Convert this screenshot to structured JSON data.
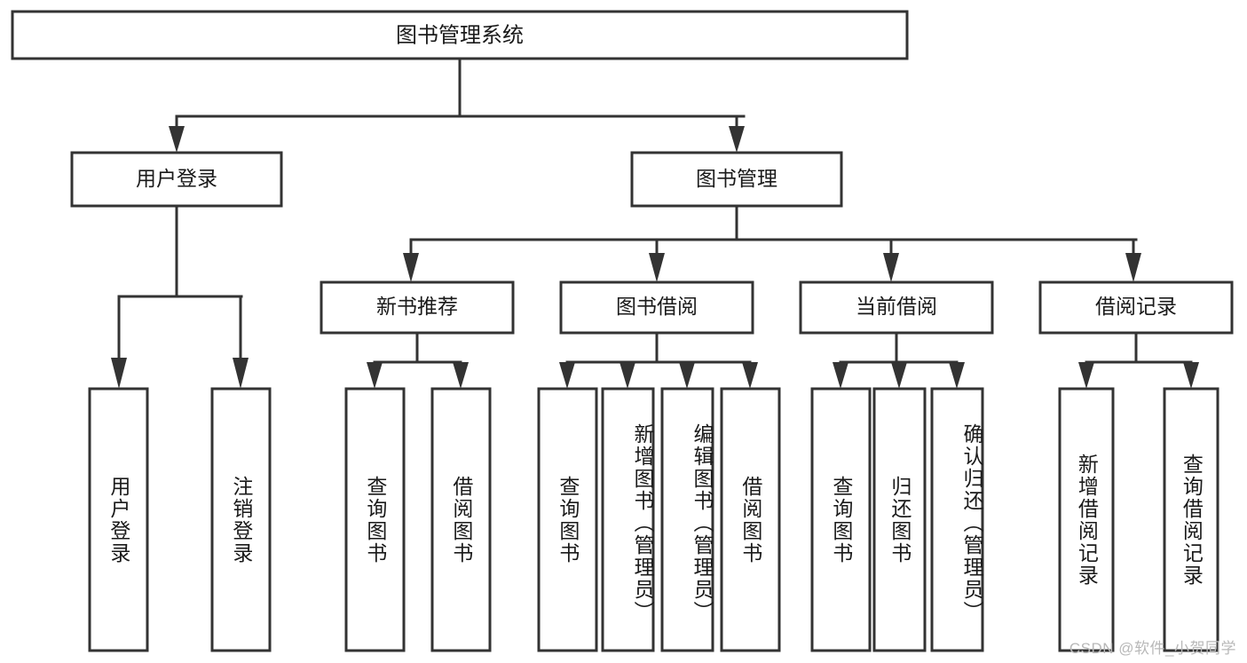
{
  "diagram": {
    "type": "tree",
    "title_node": {
      "label": "图书管理系统"
    },
    "level2": [
      {
        "id": "user-login",
        "label": "用户登录"
      },
      {
        "id": "book-manage",
        "label": "图书管理"
      }
    ],
    "level3": [
      {
        "id": "new-book-recommend",
        "label": "新书推荐",
        "parent": "book-manage"
      },
      {
        "id": "book-borrow",
        "label": "图书借阅",
        "parent": "book-manage"
      },
      {
        "id": "current-borrow",
        "label": "当前借阅",
        "parent": "book-manage"
      },
      {
        "id": "borrow-record",
        "label": "借阅记录",
        "parent": "book-manage"
      }
    ],
    "leaves": [
      {
        "id": "leaf-user-login",
        "label": "用户登录",
        "parent": "user-login"
      },
      {
        "id": "leaf-user-logout",
        "label": "注销登录",
        "parent": "user-login"
      },
      {
        "id": "leaf-query-book-1",
        "label": "查询图书",
        "parent": "new-book-recommend"
      },
      {
        "id": "leaf-borrow-book-1",
        "label": "借阅图书",
        "parent": "new-book-recommend"
      },
      {
        "id": "leaf-query-book-2",
        "label": "查询图书",
        "parent": "book-borrow"
      },
      {
        "id": "leaf-add-book",
        "label": "新增图书（管理员）",
        "parent": "book-borrow"
      },
      {
        "id": "leaf-edit-book",
        "label": "编辑图书（管理员）",
        "parent": "book-borrow"
      },
      {
        "id": "leaf-borrow-book-2",
        "label": "借阅图书",
        "parent": "book-borrow"
      },
      {
        "id": "leaf-query-book-3",
        "label": "查询图书",
        "parent": "current-borrow"
      },
      {
        "id": "leaf-return-book",
        "label": "归还图书",
        "parent": "current-borrow"
      },
      {
        "id": "leaf-confirm-return",
        "label": "确认归还（管理员）",
        "parent": "current-borrow"
      },
      {
        "id": "leaf-add-record",
        "label": "新增借阅记录",
        "parent": "borrow-record"
      },
      {
        "id": "leaf-query-record",
        "label": "查询借阅记录",
        "parent": "borrow-record"
      }
    ]
  },
  "watermark": {
    "text": "CSDN @软件_小贺同学"
  },
  "colors": {
    "stroke": "#333333",
    "box_fill": "#ffffff",
    "text": "#1a1a1a",
    "watermark": "#b8b8b8",
    "background": "#ffffff"
  }
}
